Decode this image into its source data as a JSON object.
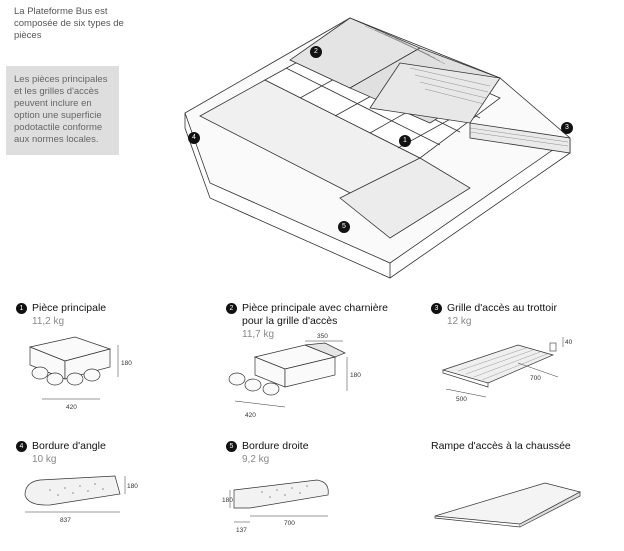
{
  "intro_text": "La Plateforme Bus est composée de six types de pièces",
  "note_text": "Les pièces principales et les grilles d'accès peuvent inclure en option une superficie podotactile conforme aux normes locales.",
  "callouts": [
    "1",
    "2",
    "3",
    "4",
    "5"
  ],
  "pieces": [
    {
      "num": "1",
      "name": "Pièce principale",
      "weight": "11,2 kg",
      "dims": [
        "180",
        "420"
      ]
    },
    {
      "num": "2",
      "name": "Pièce principale avec charnière pour la grille d'accès",
      "weight": "11,7 kg",
      "dims": [
        "350",
        "180",
        "420"
      ]
    },
    {
      "num": "3",
      "name": "Grille d'accès au trottoir",
      "weight": "12 kg",
      "dims": [
        "40",
        "700",
        "500"
      ]
    },
    {
      "num": "4",
      "name": "Bordure d'angle",
      "weight": "10 kg",
      "dims": [
        "180",
        "837"
      ]
    },
    {
      "num": "5",
      "name": "Bordure droite",
      "weight": "9,2 kg",
      "dims": [
        "180",
        "700",
        "137"
      ]
    },
    {
      "num": "",
      "name": "Rampe d'accès à la chaussée",
      "weight": "",
      "dims": []
    }
  ]
}
